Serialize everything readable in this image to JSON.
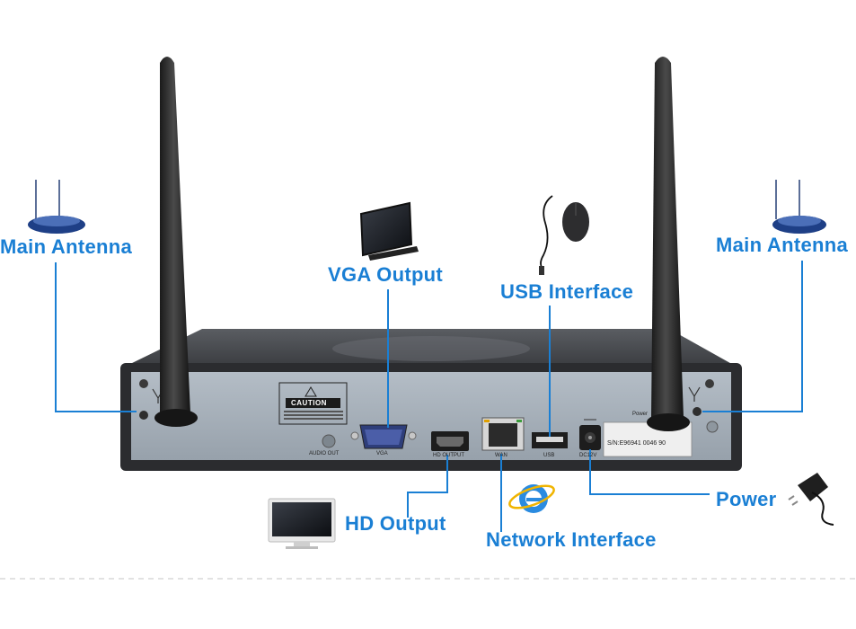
{
  "labels": {
    "main_antenna_left": "Main Antenna",
    "main_antenna_right": "Main Antenna",
    "vga_output": "VGA Output",
    "usb_interface": "USB Interface",
    "hd_output": "HD Output",
    "network_interface": "Network Interface",
    "power": "Power"
  },
  "device": {
    "caution": "CAUTION",
    "port_audio_out": "AUDIO OUT",
    "port_vga": "VGA",
    "port_hdmi": "HD OUTPUT",
    "port_wan": "WAN",
    "port_usb": "USB",
    "port_dc": "DC12V",
    "power_text": "Power",
    "serial": "S/N:E96941 0046 90"
  },
  "colors": {
    "callout": "#1a7fd4",
    "panel": "#a9b3bd",
    "chassis": "#2a2a2c"
  }
}
